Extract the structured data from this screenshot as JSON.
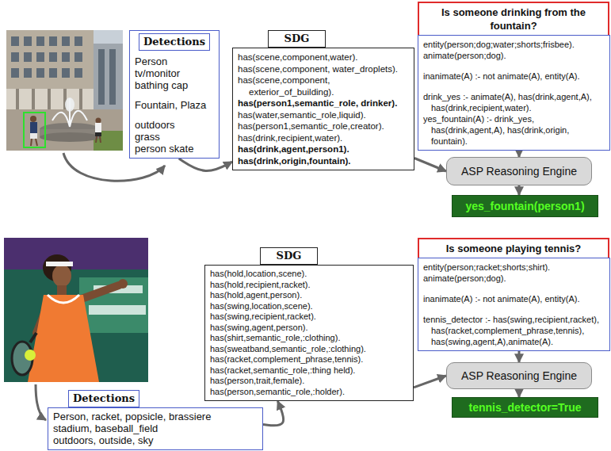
{
  "diagram": {
    "nodes": [
      {
        "text": [
          "Detections",
          "Person",
          "tv/monitor",
          "bathing cap",
          "Fountain, Plaza",
          "outdoors",
          "grass",
          "person skate"
        ]
      },
      {
        "text": [
          "SDG",
          "has(scene,component,water).",
          "has(scene,component, water_droplets).",
          "has(scene,component, exterior_of_building).",
          "has(person1,semantic_role, drinker).",
          "has(water,semantic_role,liquid).",
          "has(person1,semantic_role,creator).",
          "has(drink,recipient,water).",
          "has(drink,agent,person1).",
          "has(drink,origin,fountain)."
        ]
      },
      {
        "text": [
          "Is someone drinking from the fountain?"
        ]
      },
      {
        "text": [
          "entity(person;dog;water;shorts;frisbee).",
          "animate(person;dog).",
          "inanimate(A) :- not animate(A), entity(A).",
          "drink_yes :- animate(A), has(drink,agent,A), has(drink,recipient,water).",
          "yes_fountain(A) :- drink_yes, has(drink,agent,A), has(drink,origin, fountain)."
        ]
      },
      {
        "text": [
          "ASP Reasoning Engine"
        ]
      },
      {
        "text": [
          "yes_fountain(person1)"
        ]
      },
      {
        "text": [
          "Detections",
          "Person, racket, popsicle, brassiere",
          "stadium, baseball_field",
          "outdoors, outside, sky"
        ]
      },
      {
        "text": [
          "SDG",
          "has(hold,location,scene).",
          "has(hold,recipient,racket).",
          "has(hold,agent,person).",
          "has(swing,location,scene).",
          "has(swing,recipient,racket).",
          "has(swing,agent,person).",
          "has(shirt,semantic_role,:clothing).",
          "has(sweatband,semantic_role,:clothing).",
          "has(racket,complement_phrase,tennis).",
          "has(racket,semantic_role,:thing held).",
          "has(person,trait,female).",
          "has(person,semantic_role,:holder)."
        ]
      },
      {
        "text": [
          "Is someone playing tennis?"
        ]
      },
      {
        "text": [
          "entity(person;racket;shorts;shirt).",
          "animate(person;dog).",
          "inanimate(A) :- not animate(A), entity(A).",
          "tennis_detector :- has(swing,recipient,racket), has(racket,complement_phrase,tennis), has(swing,agent,A),animate(A)."
        ]
      },
      {
        "text": [
          "ASP Reasoning Engine"
        ]
      },
      {
        "text": [
          "tennis_detector=True"
        ]
      }
    ],
    "edges": [
      {
        "from": 0,
        "to": 1,
        "arrow": "to"
      },
      {
        "from": 1,
        "to": 4,
        "arrow": "to"
      },
      {
        "from": 3,
        "to": 4,
        "arrow": "to"
      },
      {
        "from": 4,
        "to": 5,
        "arrow": "to"
      },
      {
        "from": 6,
        "to": 7,
        "arrow": "to"
      },
      {
        "from": 7,
        "to": 10,
        "arrow": "to"
      },
      {
        "from": 9,
        "to": 10,
        "arrow": "to"
      },
      {
        "from": 10,
        "to": 11,
        "arrow": "to"
      }
    ]
  }
}
